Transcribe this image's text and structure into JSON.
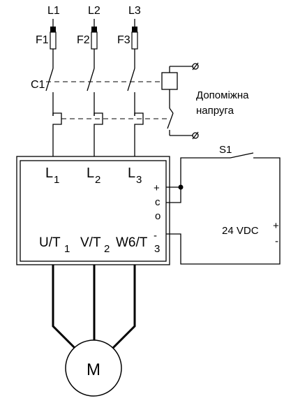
{
  "lines": {
    "l1": "L1",
    "l2": "L2",
    "l3": "L3"
  },
  "fuses": {
    "f1": "F1",
    "f2": "F2",
    "f3": "F3"
  },
  "contactor": "C1",
  "auxiliary_voltage": {
    "line1": "Допоміжна",
    "line2": "напруга"
  },
  "switch": "S1",
  "supply": {
    "label": "24 VDC",
    "plus": "+",
    "minus": "-"
  },
  "starter": {
    "input": {
      "base": "L",
      "subs": [
        "1",
        "2",
        "3"
      ]
    },
    "control": {
      "plus": "+",
      "c": "c",
      "o": "o"
    },
    "output": {
      "terms": [
        {
          "base": "U/T",
          "sub": "1"
        },
        {
          "base": "V/T",
          "sub": "2"
        },
        {
          "base": "W6/T",
          "sub": "3"
        }
      ],
      "minus": "-"
    }
  },
  "motor": "M"
}
